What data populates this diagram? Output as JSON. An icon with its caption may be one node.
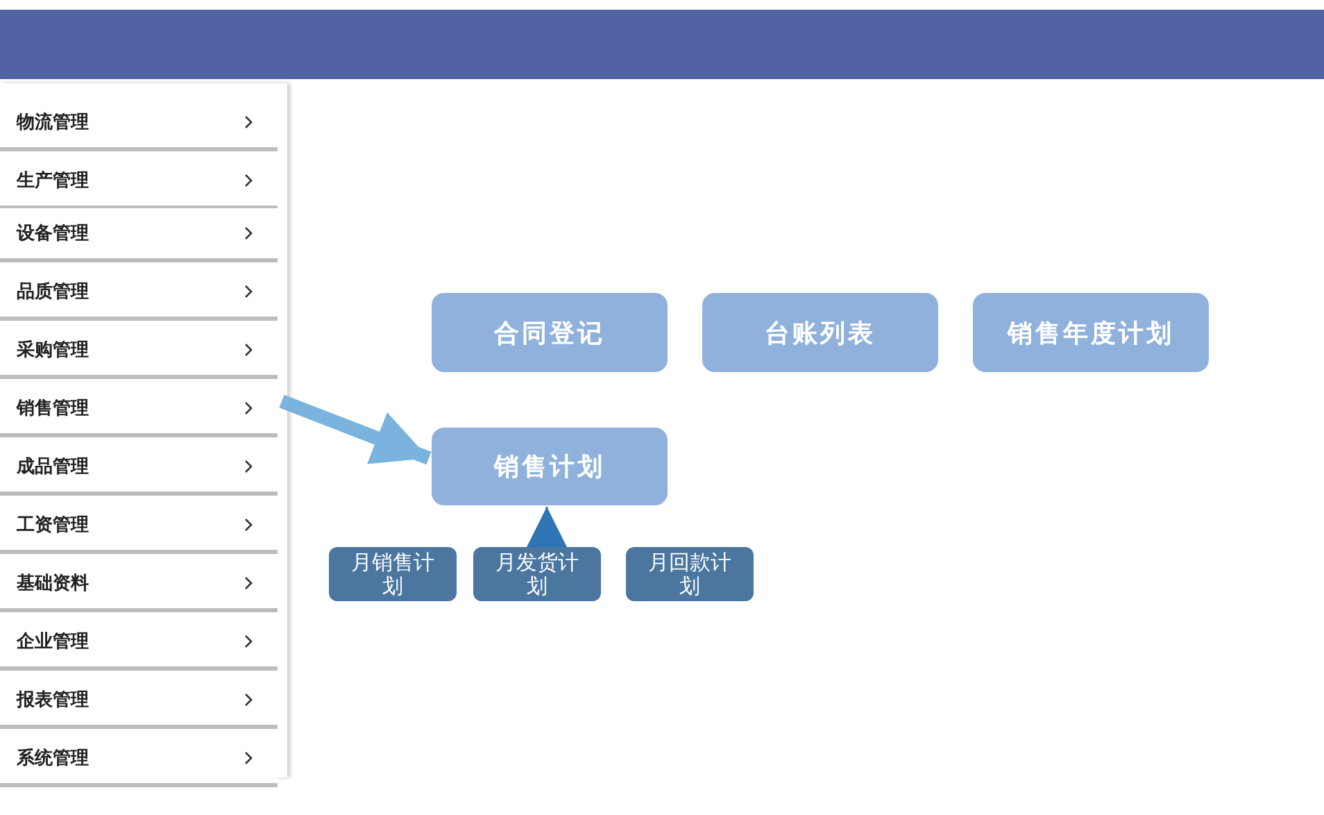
{
  "diagram": {
    "nodes": [
      {
        "text": [
          "物流管理"
        ]
      },
      {
        "text": [
          "生产管理"
        ]
      },
      {
        "text": [
          "设备管理"
        ]
      },
      {
        "text": [
          "品质管理"
        ]
      },
      {
        "text": [
          "采购管理"
        ]
      },
      {
        "text": [
          "销售管理"
        ]
      },
      {
        "text": [
          "成品管理"
        ]
      },
      {
        "text": [
          "工资管理"
        ]
      },
      {
        "text": [
          "基础资料"
        ]
      },
      {
        "text": [
          "企业管理"
        ]
      },
      {
        "text": [
          "报表管理"
        ]
      },
      {
        "text": [
          "系统管理"
        ]
      },
      {
        "text": [
          "合同登记"
        ]
      },
      {
        "text": [
          "台账列表"
        ]
      },
      {
        "text": [
          "销售年度计划"
        ]
      },
      {
        "text": [
          "销售计划"
        ]
      },
      {
        "text": [
          "月销售计划"
        ]
      },
      {
        "text": [
          "月发货计划"
        ]
      },
      {
        "text": [
          "月回款计划"
        ]
      }
    ],
    "edges": [
      {
        "from": 5,
        "to": 15,
        "arrow": "to",
        "style": "thick",
        "color": "#7ab3dd"
      },
      {
        "from": 17,
        "to": 15,
        "arrow": "to",
        "color": "#2f74b5"
      }
    ]
  }
}
